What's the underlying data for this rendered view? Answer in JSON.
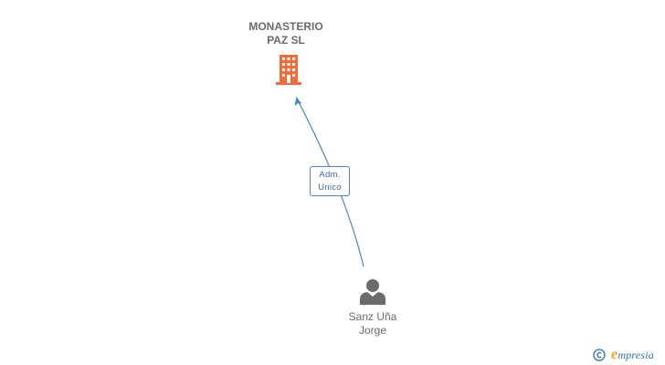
{
  "company": {
    "name_line1": "MONASTERIO",
    "name_line2": "PAZ SL",
    "icon": "building-icon",
    "color": "#f26b3a"
  },
  "relation": {
    "line1": "Adm.",
    "line2": "Unico",
    "color": "#4a86c8"
  },
  "person": {
    "name_line1": "Sanz Uña",
    "name_line2": "Jorge",
    "icon": "person-icon",
    "color": "#6b6b6b"
  },
  "footer": {
    "copyright_symbol": "©",
    "brand_initial": "e",
    "brand_rest": "mpresia"
  }
}
